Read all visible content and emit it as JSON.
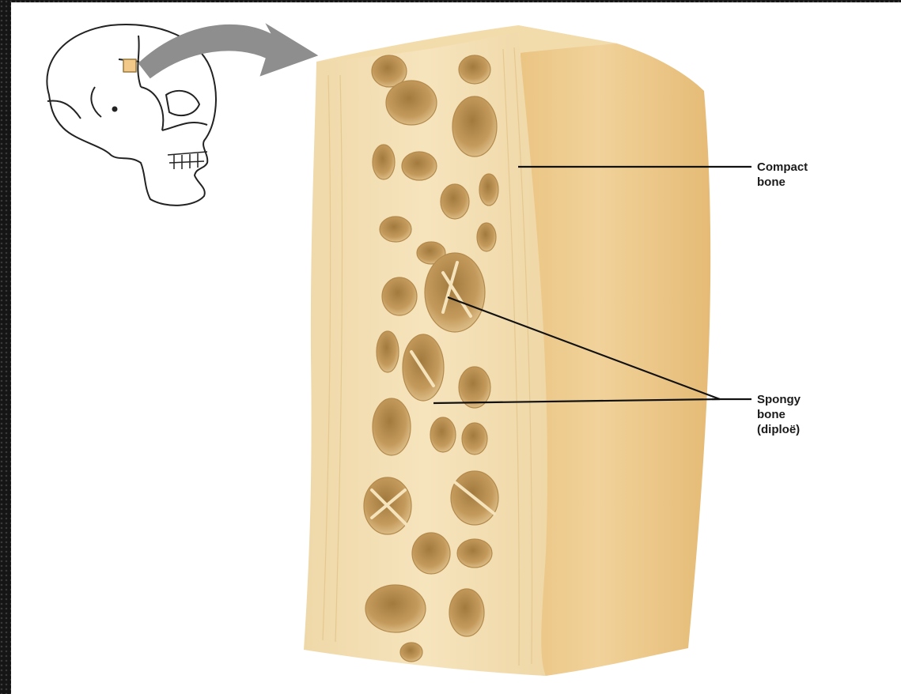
{
  "labels": {
    "compact": {
      "line1": "Compact",
      "line2": "bone"
    },
    "spongy": {
      "line1": "Spongy",
      "line2": "bone",
      "line3": "(diploë)"
    }
  },
  "colors": {
    "bone_face": "#f2dcad",
    "bone_side": "#ecc98b",
    "cavity": "#c7a062",
    "inset_square": "#f3c98a",
    "arrow": "#8c8c8c",
    "leader": "#111111"
  },
  "icons": {
    "skull": "skull-icon",
    "arrow": "curved-arrow-icon",
    "bone": "bone-section-illustration"
  }
}
